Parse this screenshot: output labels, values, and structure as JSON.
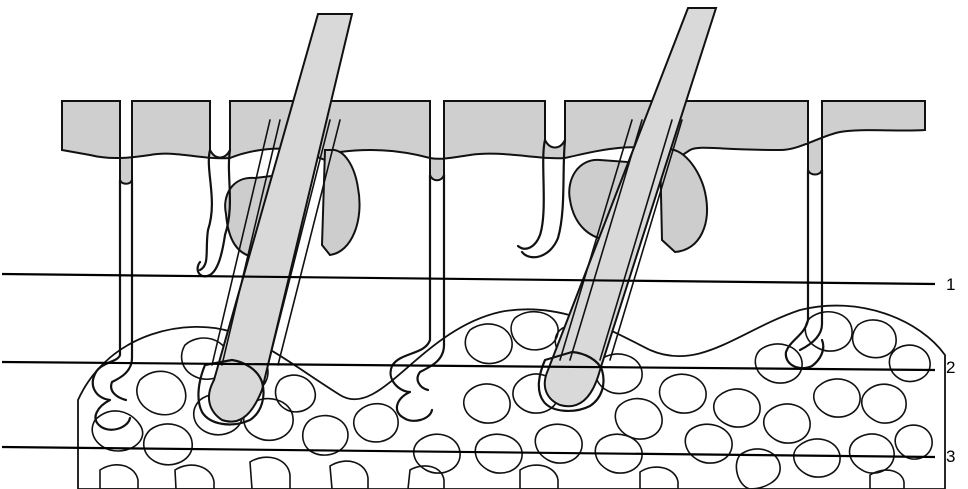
{
  "level_labels": [
    "1",
    "2",
    "3"
  ]
}
